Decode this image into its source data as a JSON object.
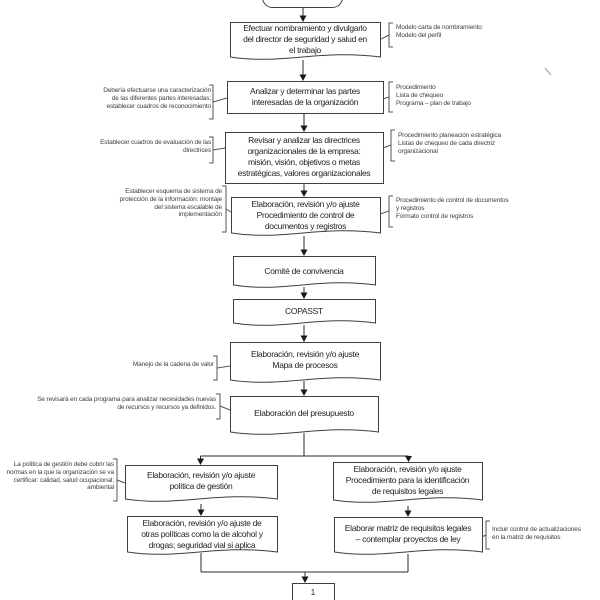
{
  "flowchart": {
    "nodes": [
      {
        "name": "efectuar-nombramiento",
        "shape": "document",
        "text": "Efectuar nombramiento y divulgarlo\ndel director de seguridad y salud en\nel trabajo"
      },
      {
        "name": "analizar-partes-interesadas",
        "shape": "rectangle",
        "text": "Analizar y determinar las partes\ninteresadas de la organización"
      },
      {
        "name": "revisar-directrices",
        "shape": "rectangle",
        "text": "Revisar y analizar las directrices\norganizacionales de la empresa:\nmisión, visión, objetivos o metas\nestratégicas, valores organizacionales"
      },
      {
        "name": "control-documentos-registros",
        "shape": "document",
        "text": "Elaboración, revisión y/o ajuste\nProcedimiento de control de\ndocumentos y registros"
      },
      {
        "name": "comite-convivencia",
        "shape": "document",
        "text": "Comité de convivencia"
      },
      {
        "name": "copasst",
        "shape": "document",
        "text": "COPASST"
      },
      {
        "name": "mapa-procesos",
        "shape": "document",
        "text": "Elaboración, revisión y/o ajuste\nMapa de procesos"
      },
      {
        "name": "elaboracion-presupuesto",
        "shape": "document",
        "text": "Elaboración del presupuesto"
      },
      {
        "name": "politica-gestion",
        "shape": "document",
        "text": "Elaboración, revisión y/o ajuste\npolítica de gestión"
      },
      {
        "name": "otras-politicas",
        "shape": "document",
        "text": "Elaboración, revisión y/o ajuste de\notras políticas como la de alcohol y\ndrogas; seguridad vial si aplica"
      },
      {
        "name": "identificacion-requisitos-legales",
        "shape": "document",
        "text": "Elaboración, revisión y/o ajuste\nProcedimiento para la identificación\nde requisitos legales"
      },
      {
        "name": "matriz-requisitos-legales",
        "shape": "document",
        "text": "Elaborar matriz de requisitos legales\n– contemplar proyectos de ley"
      },
      {
        "name": "off-page-connector",
        "shape": "connector",
        "text": "1"
      }
    ],
    "annotations_right": [
      {
        "text": "Modelo carta de nombramiento\nModelo del perfil"
      },
      {
        "text": "Procedimiento\nLista de chequeo\nPrograma – plan de trabajo"
      },
      {
        "text": "Procedimiento planeación estratégica\nListas de chequeo de cada directriz\norganizacional"
      },
      {
        "text": "Procedimiento de control de documentos\ny registros\nFormato control de registros"
      },
      {
        "text": "Incluir control de actualizaciones\nen la matriz de requisitos"
      }
    ],
    "annotations_left": [
      {
        "text": "Debería efectuarse una caracterización\nde las diferentes partes interesadas;\nestablecer cuadros de reconocimiento"
      },
      {
        "text": "Establecer cuadros de evaluación de las\ndirectrices"
      },
      {
        "text": "Establecer esquema de sistema de\nprotección de la información: montaje\ndel sistema escalable de\nimplementación"
      },
      {
        "text": "Manejo de la cadena de valor"
      },
      {
        "text": "Se revisará en cada programa para analizar necesidades nuevas\nde recursos y recursos ya definidos."
      },
      {
        "text": "La política de gestión debe cubrir las\nnormas en la que la organización se va\ncertificar: calidad, salud ocupacional;\nambiental"
      }
    ],
    "colors": {
      "outline": "#3f3f3f",
      "text": "#1f1f1f",
      "annotation_text": "#404040",
      "background": "#ffffff"
    }
  }
}
